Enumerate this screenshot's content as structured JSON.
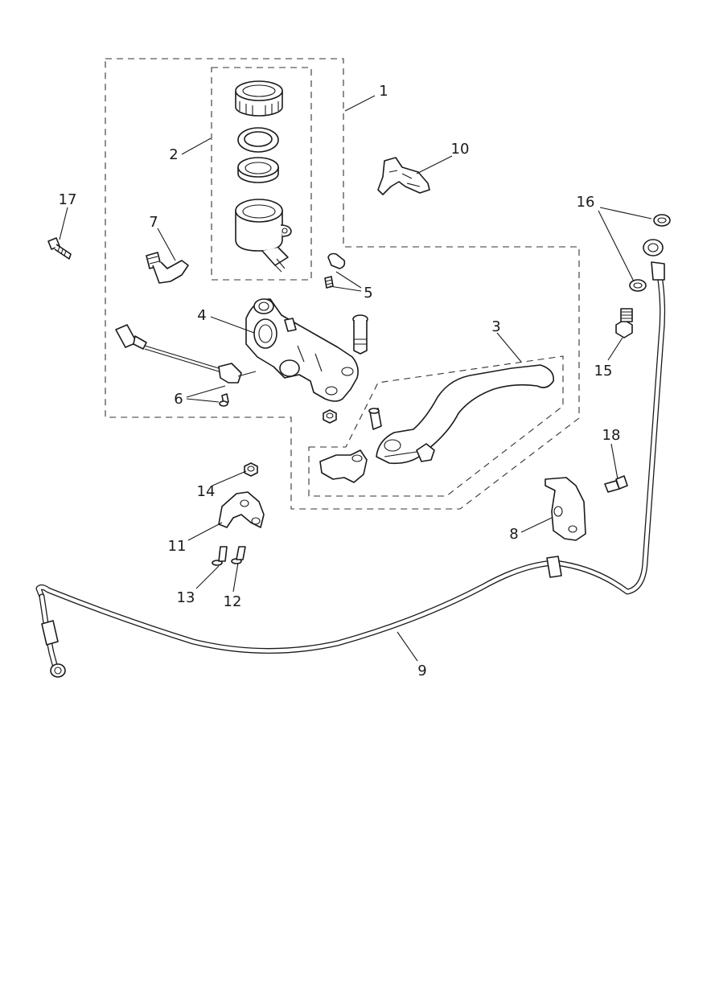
{
  "diagram": {
    "parts": [
      {
        "ref": "1"
      },
      {
        "ref": "2"
      },
      {
        "ref": "3"
      },
      {
        "ref": "4"
      },
      {
        "ref": "5"
      },
      {
        "ref": "6"
      },
      {
        "ref": "7"
      },
      {
        "ref": "8"
      },
      {
        "ref": "9"
      },
      {
        "ref": "10"
      },
      {
        "ref": "11"
      },
      {
        "ref": "12"
      },
      {
        "ref": "13"
      },
      {
        "ref": "14"
      },
      {
        "ref": "15"
      },
      {
        "ref": "16"
      },
      {
        "ref": "17"
      },
      {
        "ref": "18"
      }
    ]
  }
}
